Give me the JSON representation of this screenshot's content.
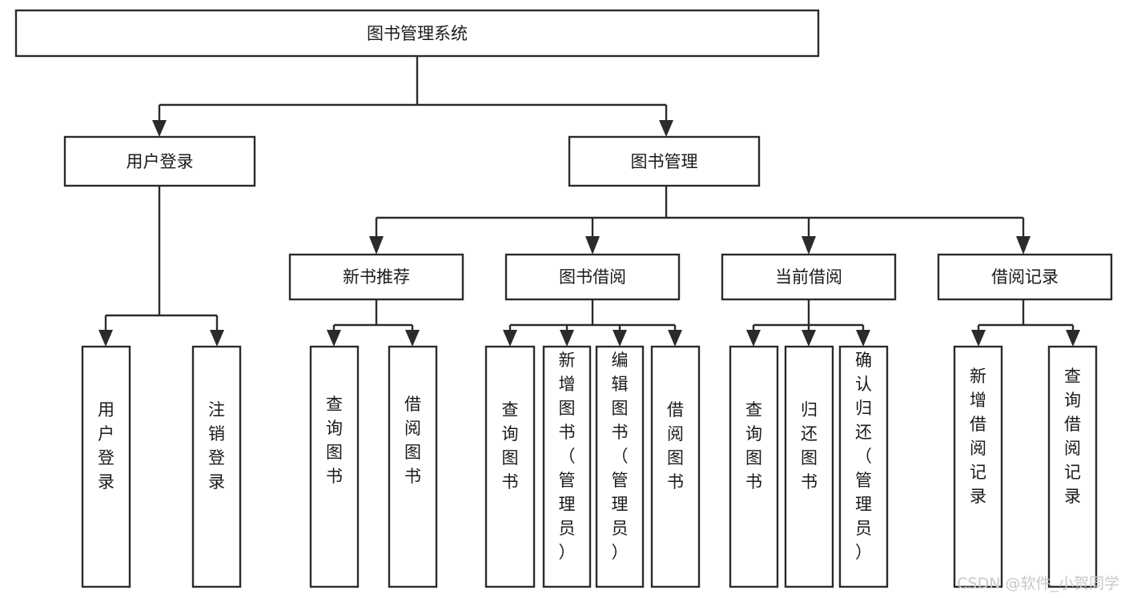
{
  "diagram": {
    "type": "tree-hierarchy-chart",
    "title": "图书管理系统",
    "orientation": "top-down",
    "levels": 4,
    "colors": {
      "box_fill": "#ffffff",
      "box_stroke": "#2b2b2b",
      "text": "#1a1a1a",
      "background": "#ffffff",
      "watermark": "#c9c9c9"
    },
    "root": {
      "label": "图书管理系统",
      "text_orientation": "horizontal"
    },
    "level2": [
      {
        "label": "用户登录",
        "text_orientation": "horizontal"
      },
      {
        "label": "图书管理",
        "text_orientation": "horizontal"
      }
    ],
    "level3": [
      {
        "label": "新书推荐",
        "text_orientation": "horizontal",
        "parent": "图书管理"
      },
      {
        "label": "图书借阅",
        "text_orientation": "horizontal",
        "parent": "图书管理"
      },
      {
        "label": "当前借阅",
        "text_orientation": "horizontal",
        "parent": "图书管理"
      },
      {
        "label": "借阅记录",
        "text_orientation": "horizontal",
        "parent": "图书管理"
      }
    ],
    "leaves": {
      "用户登录": [
        {
          "label": "用户登录",
          "chars": [
            "用",
            "户",
            "登",
            "录"
          ],
          "text_orientation": "vertical"
        },
        {
          "label": "注销登录",
          "chars": [
            "注",
            "销",
            "登",
            "录"
          ],
          "text_orientation": "vertical"
        }
      ],
      "新书推荐": [
        {
          "label": "查询图书",
          "chars": [
            "查",
            "询",
            "图",
            "书"
          ],
          "text_orientation": "vertical"
        },
        {
          "label": "借阅图书",
          "chars": [
            "借",
            "阅",
            "图",
            "书"
          ],
          "text_orientation": "vertical"
        }
      ],
      "图书借阅": [
        {
          "label": "查询图书",
          "chars": [
            "查",
            "询",
            "图",
            "书"
          ],
          "text_orientation": "vertical"
        },
        {
          "label": "新增图书（管理员）",
          "chars": [
            "新",
            "增",
            "图",
            "书",
            "（",
            "管",
            "理",
            "员",
            "）"
          ],
          "text_orientation": "vertical"
        },
        {
          "label": "编辑图书（管理员）",
          "chars": [
            "编",
            "辑",
            "图",
            "书",
            "（",
            "管",
            "理",
            "员",
            "）"
          ],
          "text_orientation": "vertical"
        },
        {
          "label": "借阅图书",
          "chars": [
            "借",
            "阅",
            "图",
            "书"
          ],
          "text_orientation": "vertical"
        }
      ],
      "当前借阅": [
        {
          "label": "查询图书",
          "chars": [
            "查",
            "询",
            "图",
            "书"
          ],
          "text_orientation": "vertical"
        },
        {
          "label": "归还图书",
          "chars": [
            "归",
            "还",
            "图",
            "书"
          ],
          "text_orientation": "vertical"
        },
        {
          "label": "确认归还（管理员）",
          "chars": [
            "确",
            "认",
            "归",
            "还",
            "（",
            "管",
            "理",
            "员",
            "）"
          ],
          "text_orientation": "vertical"
        }
      ],
      "借阅记录": [
        {
          "label": "新增借阅记录",
          "chars": [
            "新",
            "增",
            "借",
            "阅",
            "记",
            "录"
          ],
          "text_orientation": "vertical"
        },
        {
          "label": "查询借阅记录",
          "chars": [
            "查",
            "询",
            "借",
            "阅",
            "记",
            "录"
          ],
          "text_orientation": "vertical"
        }
      ]
    }
  },
  "watermark": {
    "text": "CSDN @软件_小贺同学"
  }
}
